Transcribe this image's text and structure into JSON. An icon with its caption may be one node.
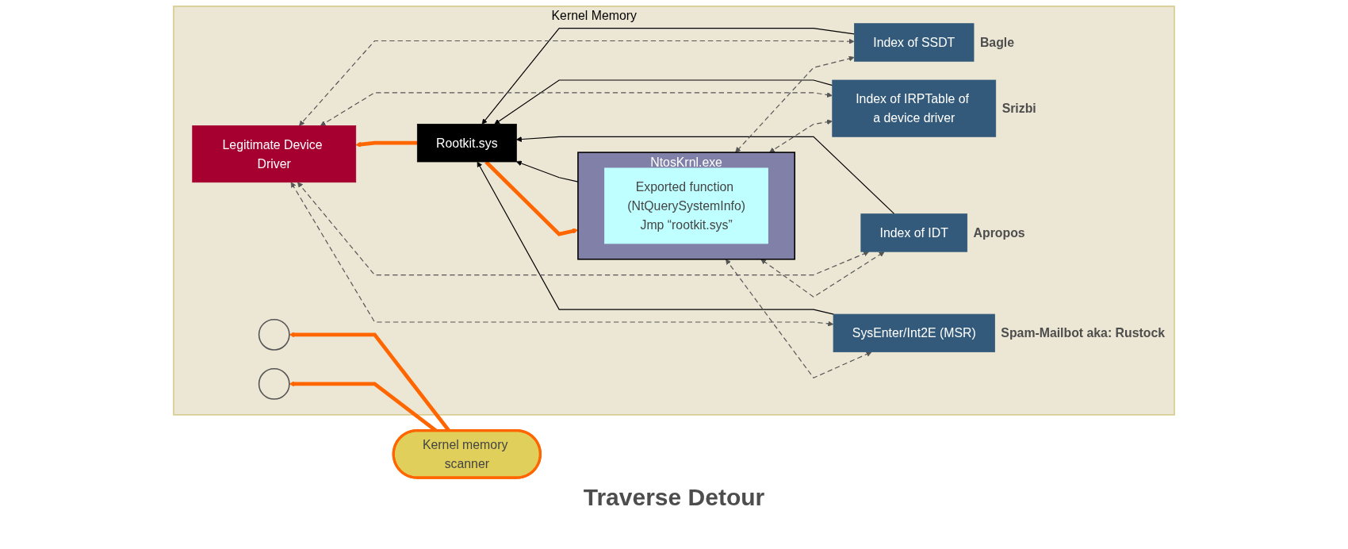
{
  "diagram": {
    "nodes": [
      {
        "text": [
          "Kernel Memory"
        ]
      },
      {
        "text": [
          "Rootkit.sys"
        ],
        "in": 0
      },
      {
        "text": [
          "NtosKrnl.exe"
        ],
        "in": 0
      },
      {
        "text": [
          "Exported function (NtQuerySystemInfo)",
          "Jmp “rootkit.sys”"
        ],
        "in": 2
      },
      {
        "text": [
          "Legitimate Device Driver"
        ],
        "in": 0
      },
      {
        "text": [
          "Index of SSDT"
        ],
        "in": 0,
        "beside": [
          "Bagle"
        ]
      },
      {
        "text": [
          "Index of IRPTable of a device driver"
        ],
        "in": 0,
        "beside": [
          "Srizbi"
        ]
      },
      {
        "text": [
          "Index of IDT"
        ],
        "in": 0,
        "beside": [
          "Apropos"
        ]
      },
      {
        "text": [
          "SysEnter/Int2E (MSR)"
        ],
        "in": 0,
        "beside": [
          "Spam-Mailbot aka: Rustock"
        ]
      },
      {
        "text": [
          "Kernel memory scanner"
        ]
      },
      {
        "text": [],
        "shape": "circle",
        "in": 0
      },
      {
        "text": [],
        "shape": "circle",
        "in": 0
      }
    ],
    "edges": [
      {
        "from": 2,
        "to": 1,
        "arrow": "to"
      },
      {
        "from": 5,
        "to": 1,
        "arrow": "to"
      },
      {
        "from": 6,
        "to": 1,
        "arrow": "to"
      },
      {
        "from": 7,
        "to": 1,
        "arrow": "to"
      },
      {
        "from": 8,
        "to": 1,
        "arrow": "to"
      },
      {
        "from": 1,
        "to": 2,
        "arrow": "to",
        "style": "thick",
        "color": "#ff6600"
      },
      {
        "from": 1,
        "to": 4,
        "arrow": "to",
        "style": "thick",
        "color": "#ff6600"
      },
      {
        "from": 5,
        "to": 2,
        "arrow": "both",
        "style": "dashed",
        "color": "#555555"
      },
      {
        "from": 6,
        "to": 2,
        "arrow": "both",
        "style": "dashed",
        "color": "#555555"
      },
      {
        "from": 7,
        "to": 2,
        "arrow": "both",
        "style": "dashed",
        "color": "#555555"
      },
      {
        "from": 8,
        "to": 2,
        "arrow": "both",
        "style": "dashed",
        "color": "#555555"
      },
      {
        "from": 5,
        "to": 4,
        "arrow": "both",
        "style": "dashed",
        "color": "#555555"
      },
      {
        "from": 6,
        "to": 4,
        "arrow": "both",
        "style": "dashed",
        "color": "#555555"
      },
      {
        "from": 7,
        "to": 4,
        "arrow": "both",
        "style": "dashed",
        "color": "#555555"
      },
      {
        "from": 8,
        "to": 4,
        "arrow": "both",
        "style": "dashed",
        "color": "#555555"
      },
      {
        "from": 9,
        "to": 10,
        "arrow": "to",
        "style": "thick",
        "color": "#ff6600"
      },
      {
        "from": 9,
        "to": 11,
        "arrow": "to",
        "style": "thick",
        "color": "#ff6600"
      }
    ],
    "labels": [
      "Traverse  Detour"
    ]
  }
}
